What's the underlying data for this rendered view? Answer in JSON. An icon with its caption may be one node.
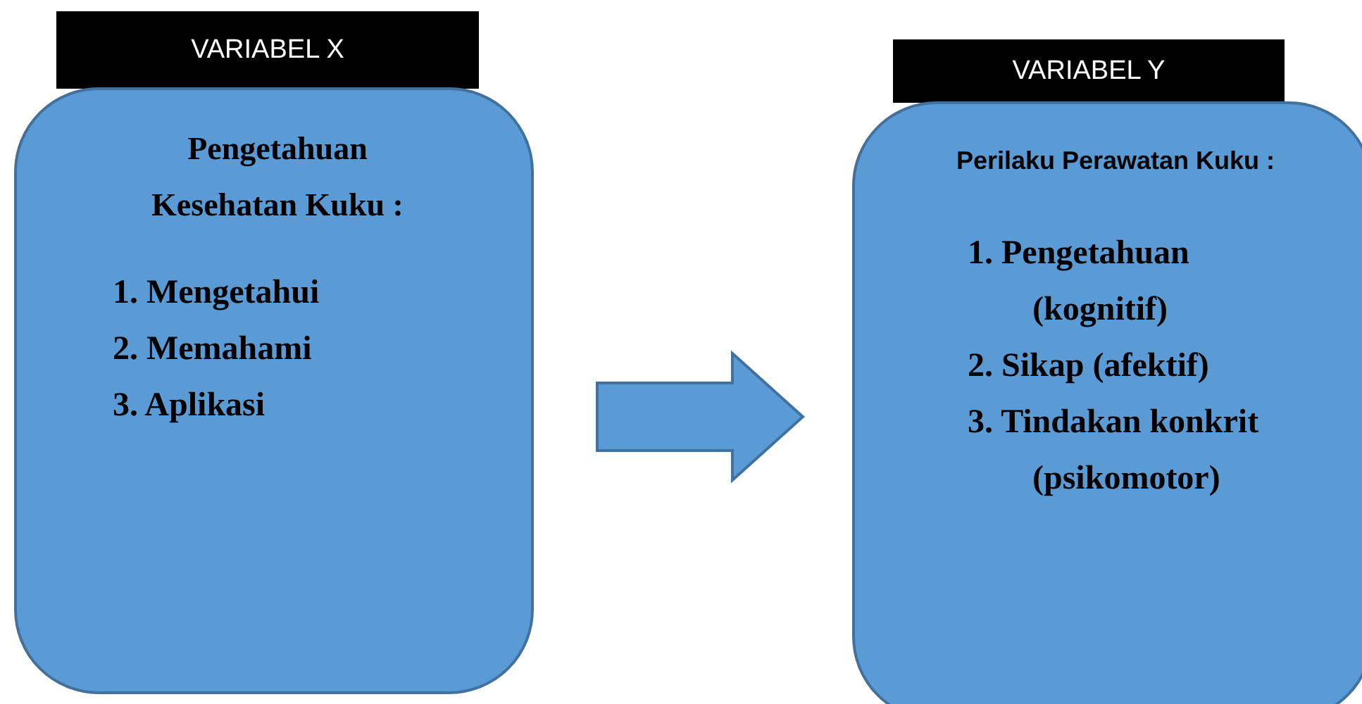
{
  "diagram": {
    "nodes": [
      {
        "text": [
          "VARIABEL X"
        ]
      },
      {
        "text": [
          "Pengetahuan Kesehatan Kuku :",
          "1. Mengetahui",
          "2. Memahami",
          "3. Aplikasi"
        ]
      },
      {
        "text": [
          "VARIABEL Y"
        ]
      },
      {
        "text": [
          "Perilaku Perawatan Kuku :",
          "1. Pengetahuan (kognitif)",
          "2. Sikap (afektif)",
          "3. Tindakan konkrit (psikomotor)"
        ]
      }
    ],
    "edges": [
      {
        "from": 1,
        "to": 3,
        "arrow": "to"
      }
    ]
  }
}
